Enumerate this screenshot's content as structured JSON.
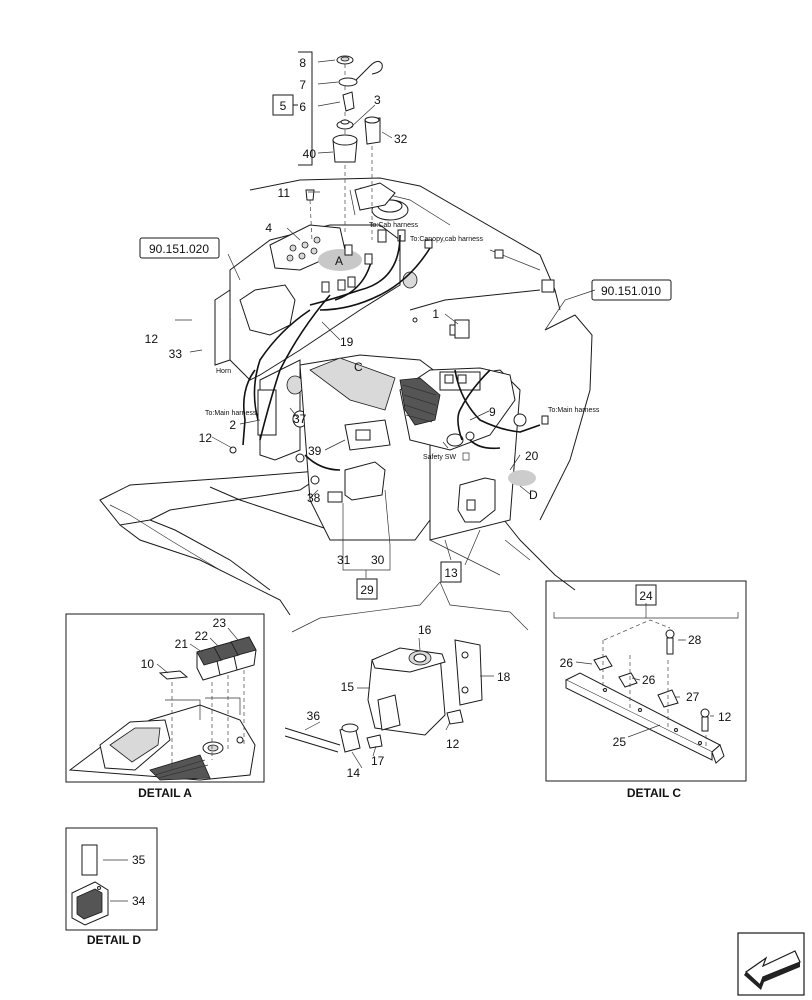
{
  "callouts": {
    "c8": "8",
    "c7": "7",
    "c5": "5",
    "c6": "6",
    "c3": "3",
    "c32": "32",
    "c40": "40",
    "c11": "11",
    "c4": "4",
    "c1": "1",
    "c12a": "12",
    "c33": "33",
    "c19": "19",
    "c37": "37",
    "c2": "2",
    "c12b": "12",
    "c39": "39",
    "c38": "38",
    "c31": "31",
    "c30": "30",
    "c29": "29",
    "c13": "13",
    "c9": "9",
    "c20": "20",
    "c10": "10",
    "c21": "21",
    "c22": "22",
    "c23": "23",
    "c16": "16",
    "c15": "15",
    "c18": "18",
    "c36": "36",
    "c12c": "12",
    "c17": "17",
    "c14": "14",
    "c24": "24",
    "c28": "28",
    "c26a": "26",
    "c26b": "26",
    "c27": "27",
    "c12d": "12",
    "c25": "25",
    "c35": "35",
    "c34": "34"
  },
  "letters": {
    "a": "A",
    "c": "C",
    "d": "D"
  },
  "refs": {
    "ref1": "90.151.020",
    "ref2": "90.151.010"
  },
  "notes": {
    "cab_harness": "To:Cab harness",
    "canopy_harness": "To:Canopy,cab harness",
    "horn": "Horn",
    "main_harness_left": "To:Main harness",
    "main_harness_right": "To:Main harness",
    "safety_sw": "Safety SW"
  },
  "details": {
    "a": "DETAIL A",
    "c": "DETAIL C",
    "d": "DETAIL D"
  },
  "icons": {
    "nav": "arrow-down-left-icon"
  }
}
